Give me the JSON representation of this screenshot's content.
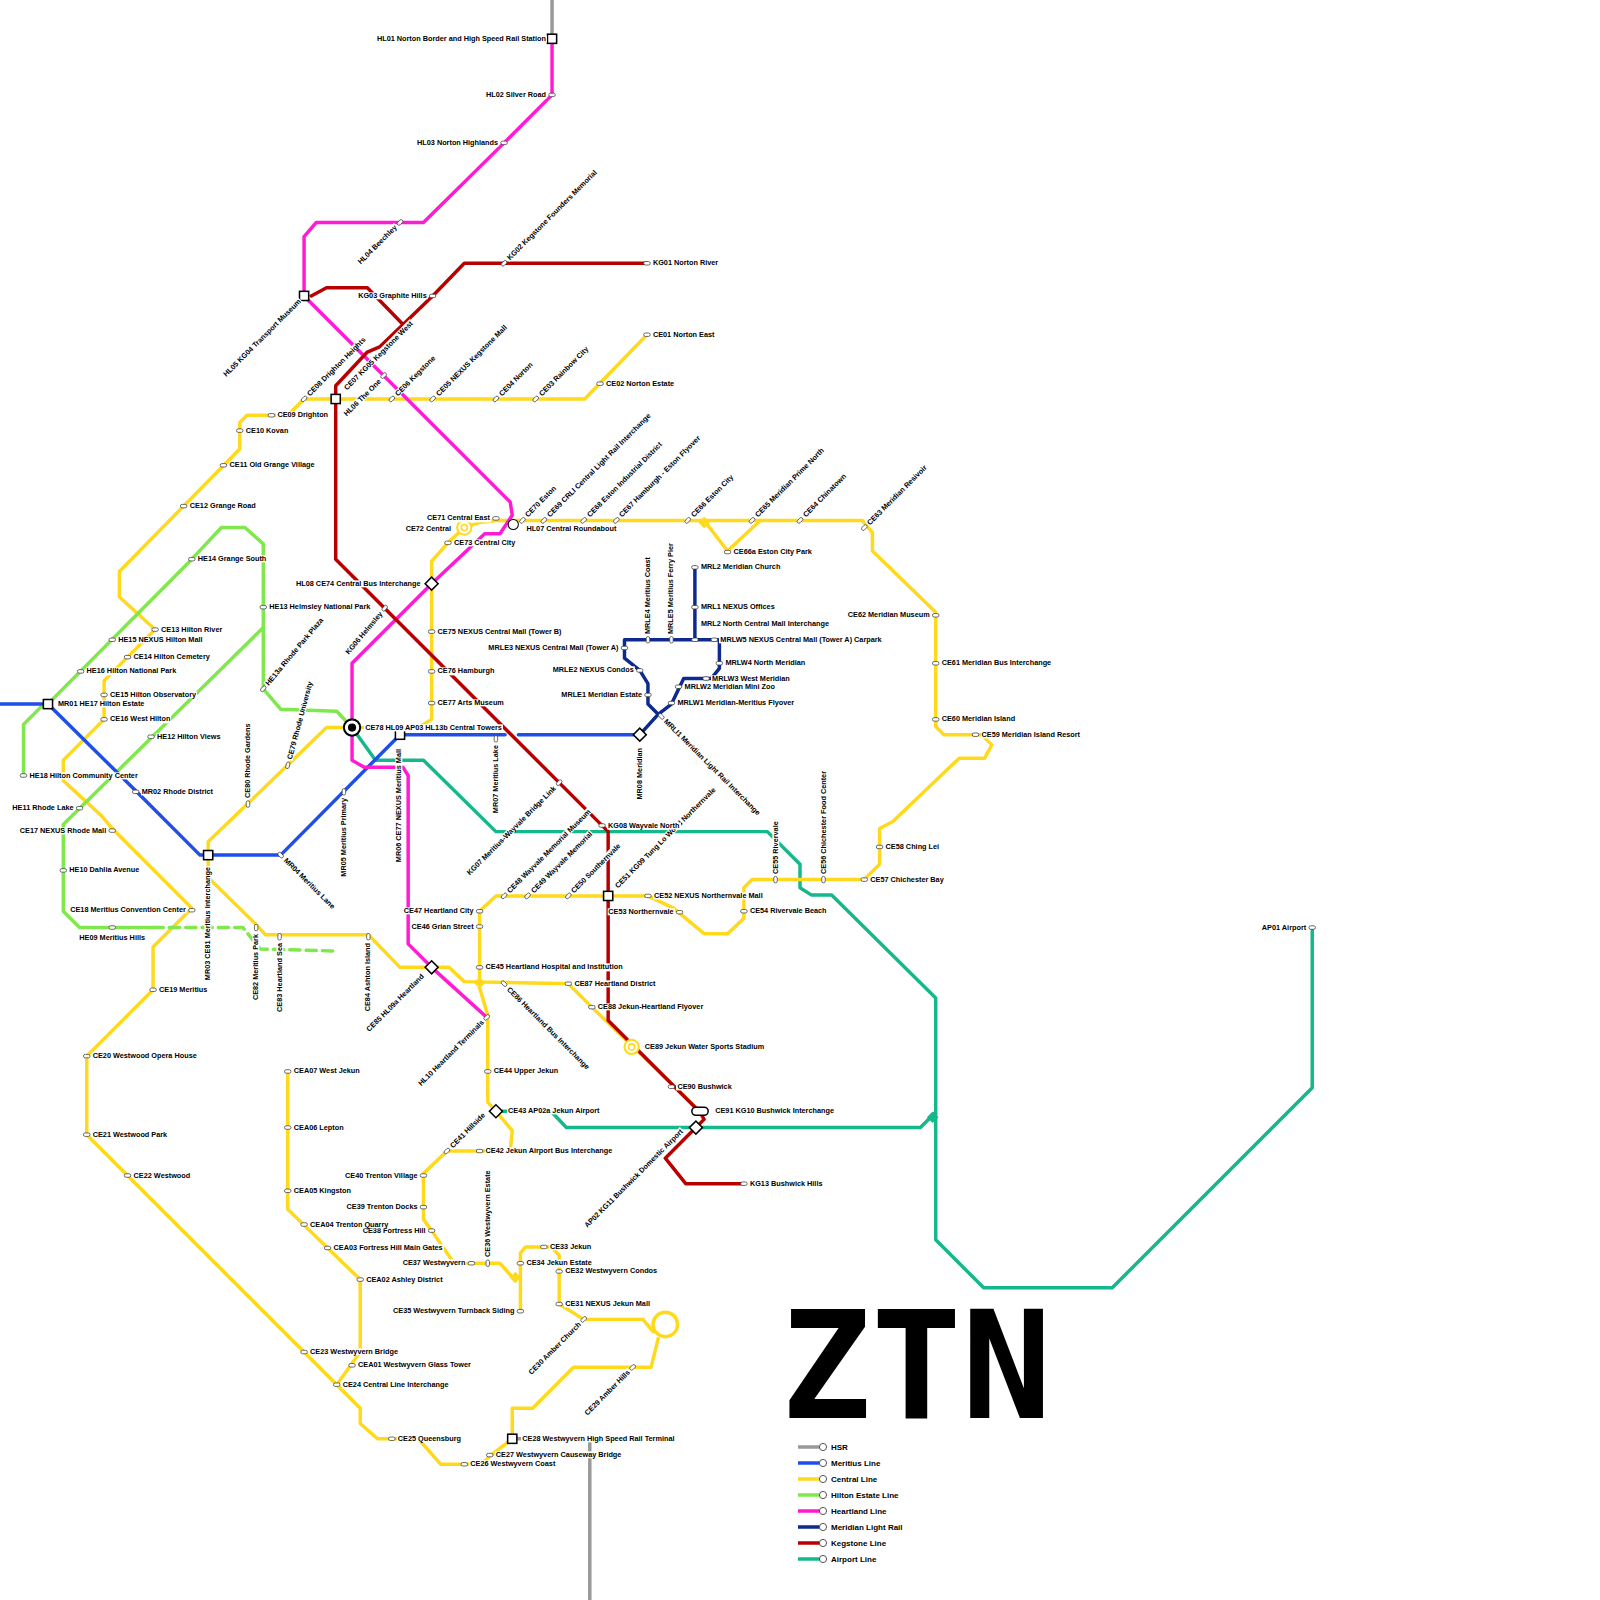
{
  "diagram": {
    "title": "ZTN",
    "labels": [
      "HL01 Norton Border and High Speed Rail Station",
      "HL02 Silver Road",
      "HL03 Norton Highlands",
      "HL04 Beechley",
      "KG02 Kegstone Founders Memorial",
      "KG01 Norton River",
      "KG03 Graphite Hills",
      "HL05 KG04 Transport Museum",
      "CE08 Drighton Heights",
      "CE07 KG05 Kegstone West",
      "HL06 The One",
      "CE06 Kegstone",
      "CE05 NEXUS Kegstone Mall",
      "CE04 Norton",
      "CE03 Rainbow City",
      "CE02 Norton Estate",
      "CE01 Norton East",
      "CE09 Drighton",
      "CE10 Kovan",
      "CE11 Old Grange Village",
      "CE12 Grange Road",
      "HE14 Grange South",
      "HE13 Helmsley National Park",
      "HE13a Rhode Park Plaza",
      "CE13 Hilton River",
      "HE15 NEXUS Hilton Mall",
      "CE14 Hilton Cemetery",
      "HE16 Hilton National Park",
      "CE15 Hilton Observatory",
      "MR01 HE17 Hilton Estate",
      "CE16 West Hilton",
      "HE12 Hilton Views",
      "HE18 Hilton Community Center",
      "MR02 Rhode District",
      "HE11 Rhode Lake",
      "CE17 NEXUS Rhode Mall",
      "HE10 Dahlia Avenue",
      "CE18 Meritius Convention Center",
      "HE09 Meritius Hills",
      "CE19 Meritius",
      "CE20 Westwood Opera House",
      "CE21 Westwood Park",
      "CE22 Westwood",
      "CE23 Westwyvern Bridge",
      "CEA01 Westwyvern Glass Tower",
      "CE24 Central Line Interchange",
      "CE25 Queensburg",
      "CE26 Westwyvern Coast",
      "CE27 Westwyvern Causeway Bridge",
      "CE28 Westwyvern High Speed Rail Terminal",
      "CE29 Amber Hills",
      "CE30 Amber Church",
      "CE31 NEXUS Jekun Mall",
      "CE32 Westwyvern Condos",
      "CE33 Jekun",
      "CE34 Jekun Estate",
      "CE35 Westwyvern Turnback Siding",
      "CE36 Westwyvern Estate",
      "CE37 Westwyvern",
      "CE38 Fortress Hill",
      "CE39 Trenton Docks",
      "CE40 Trenton Village",
      "CE41 Hillside",
      "CE42 Jekun Airport Bus Interchange",
      "CE43 AP02a Jekun Airport",
      "CE44 Upper Jekun",
      "HL10 Heartland Terminals",
      "CE45 Heartland Hospital and Institution",
      "CE46 Grian Street",
      "CE47 Heartland City",
      "CE48 Wayvale Memorial Museum",
      "CE49 Wayvale Memorial",
      "CE50 Southernvale",
      "CE51 KG09 Tung Lo Wood Northernvale",
      "CE52 NEXUS Northernvale Mall",
      "CE53 Northernvale",
      "CE54 Rivervale Beach",
      "CE55 Rivervale",
      "CE56 Chichester Food Center",
      "CE57 Chichester Bay",
      "CE58 Ching Lei",
      "CE59 Meridian Island Resort",
      "CE60 Meridian Island",
      "CE61 Meridian Bus Interchange",
      "CE62 Meridian Museum",
      "CE63 Meridian Resivoir",
      "CE64 Chinatown",
      "CE65 Meridian Prime North",
      "CE66a Eston City Park",
      "CE66 Eston City",
      "CE67 Hamburgh - Eston Flyover",
      "CE68 Eston Industrial District",
      "CE69 CRLI Central Light Rail Interchange",
      "CE70 Eston",
      "CE71 Central East",
      "CE72 Central",
      "HL07 Central Roundabout",
      "CE73 Central City",
      "HL08 CE74 Central Bus Interchange",
      "CE75 NEXUS Central Mall (Tower B)",
      "CE76 Hamburgh",
      "CE77 Arts Museum",
      "KG06 Helmsley",
      "CE78 HL09 AP03 HL13b Central Towers",
      "CE79 Rhode University",
      "CE80 Rhode Gardens",
      "MR03 CE81 Meritius Interchange",
      "CE82 Meritius Park",
      "CE83 Heartland Sea",
      "MR04 Meritius Lane",
      "MR05 Meritius Primary",
      "MR06 CE77 NEXUS Meritius Mall",
      "CE84 Ashton Island",
      "CE85 HL09a Heartland",
      "MR07 Meritius Lake",
      "KG07 Meritius-Wayvale Bridge Link",
      "KG08 Wayvale North",
      "MR08 Meridian",
      "CE86 Heartland Bus Interchange",
      "CE87 Heartland District",
      "CE88 Jekun-Heartland Flyover",
      "CE89 Jekun Water Sports Stadium",
      "CE90 Bushwick",
      "CE91 KG10 Bushwick Interchange",
      "AP02 KG11 Bushwick Domestic Airport",
      "KG13 Bushwick Hills",
      "CEA07 West Jekun",
      "CEA06 Lepton",
      "CEA05 Kingston",
      "CEA04 Trenton Quarry",
      "CEA03 Fortress Hill Main Gates",
      "CEA02 Ashley District",
      "AP01 Airport",
      "MRL2 Meridian Church",
      "MRL1 NEXUS Offices",
      "MRLE4 Meritius Coast",
      "MRLE5 Meritius Ferry Pier",
      "MRL2 North Central Mall Interchange",
      "MRLE3 NEXUS Central Mall (Tower A)",
      "MRLW5 NEXUS Central Mall (Tower A) Carpark",
      "MRLE2 NEXUS Condos",
      "MRLW4 North Meridian",
      "MRLW3 West Meridian",
      "MRLW2 Meridian Mini Zoo",
      "MRLE1 Meridian Estate",
      "MRLW1 Meridian-Meritius Flyover",
      "MRLI1 Meridian Light Rail Interchange"
    ],
    "legend": [
      {
        "text": "HSR",
        "color": "#999999"
      },
      {
        "text": "Meritius Line",
        "color": "#1f4fe6"
      },
      {
        "text": "Central Line",
        "color": "#ffd91c"
      },
      {
        "text": "Hilton Estate Line",
        "color": "#80e84c"
      },
      {
        "text": "Heartland Line",
        "color": "#ff1ad4"
      },
      {
        "text": "Meridian Light Rail",
        "color": "#0d2a8c"
      },
      {
        "text": "Kegstone Line",
        "color": "#b80000"
      },
      {
        "text": "Airport Line",
        "color": "#14b88a"
      }
    ]
  }
}
